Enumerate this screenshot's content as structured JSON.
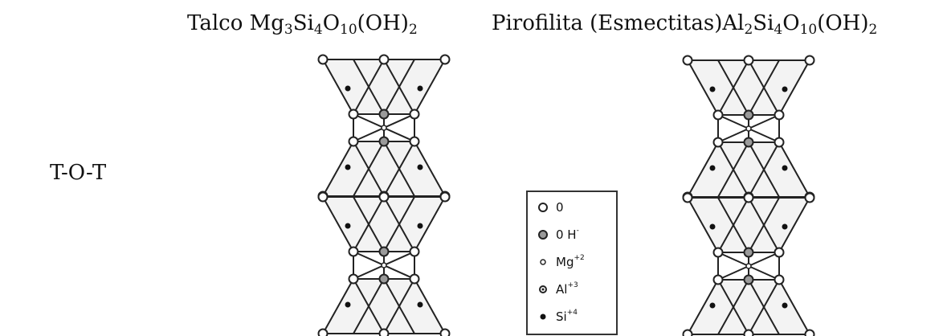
{
  "titles": {
    "left": {
      "name": "Talco ",
      "formula": [
        {
          "t": "Mg"
        },
        {
          "t": "3",
          "sub": true
        },
        {
          "t": "Si"
        },
        {
          "t": "4",
          "sub": true
        },
        {
          "t": "O"
        },
        {
          "t": "10",
          "sub": true
        },
        {
          "t": "(OH)"
        },
        {
          "t": "2",
          "sub": true
        }
      ]
    },
    "right": {
      "name": "Pirofilita (Esmectitas)",
      "formula": [
        {
          "t": "Al"
        },
        {
          "t": "2",
          "sub": true
        },
        {
          "t": "Si"
        },
        {
          "t": "4",
          "sub": true
        },
        {
          "t": "O"
        },
        {
          "t": "10",
          "sub": true
        },
        {
          "t": "(OH)"
        },
        {
          "t": "2",
          "sub": true
        }
      ]
    }
  },
  "side_label": "T-O-T",
  "legend": {
    "items": [
      {
        "symbol": "open-circle",
        "label": "0",
        "sup": ""
      },
      {
        "symbol": "gray-circle",
        "label": "0 H",
        "sup": "-"
      },
      {
        "symbol": "small-circle",
        "label": "Mg",
        "sup": "+2"
      },
      {
        "symbol": "dot-circle",
        "label": "Al",
        "sup": "+3"
      },
      {
        "symbol": "black-dot",
        "label": "Si",
        "sup": "+4"
      }
    ]
  },
  "colors": {
    "oh_fill": "#9a9a9a",
    "stroke": "#222222",
    "shade": "#f3f3f3"
  }
}
